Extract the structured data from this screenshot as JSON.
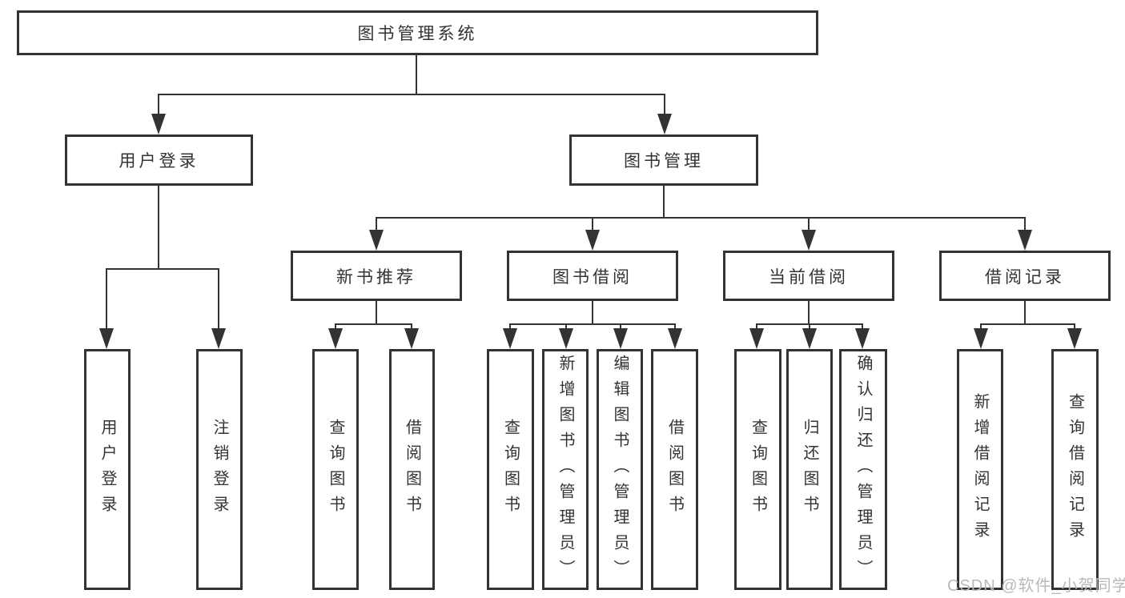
{
  "colors": {
    "line": "#333333",
    "text": "#333333",
    "background": "#ffffff",
    "watermark": "#b9b9b9"
  },
  "tree": {
    "root": "图书管理系统",
    "branches": [
      {
        "label": "用户登录",
        "children": [
          "用户登录",
          "注销登录"
        ]
      },
      {
        "label": "图书管理",
        "groups": [
          {
            "label": "新书推荐",
            "children": [
              "查询图书",
              "借阅图书"
            ]
          },
          {
            "label": "图书借阅",
            "children": [
              "查询图书",
              "新增图书（管理员）",
              "编辑图书（管理员）",
              "借阅图书"
            ]
          },
          {
            "label": "当前借阅",
            "children": [
              "查询图书",
              "归还图书",
              "确认归还（管理员）"
            ]
          },
          {
            "label": "借阅记录",
            "children": [
              "新增借阅记录",
              "查询借阅记录"
            ]
          }
        ]
      }
    ]
  },
  "watermark": {
    "text": "CSDN @软件_小贺同学"
  }
}
